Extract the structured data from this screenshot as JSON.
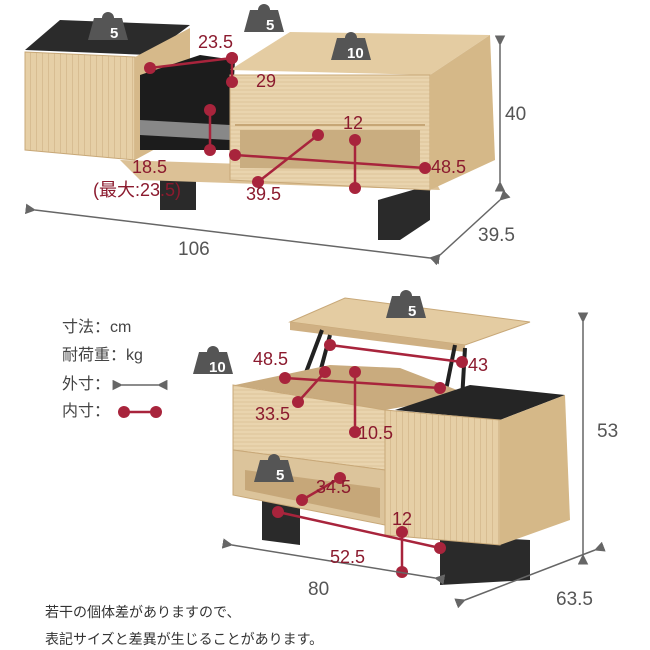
{
  "colors": {
    "internal_dim": "#a8243c",
    "external_dim": "#555555",
    "wood": "#e8d2ac",
    "black": "#2a2a2a"
  },
  "top_view": {
    "weights": {
      "side_cabinet": "5",
      "drawer": "5",
      "top": "10"
    },
    "internal_dims": {
      "drawer_width": "23.5",
      "drawer_depth": "29",
      "drawer_height": "18.5",
      "drawer_height_max": "(最大:23.5)",
      "shelf_height": "12",
      "shelf_width": "48.5",
      "shelf_depth": "39.5"
    },
    "external_dims": {
      "width": "106",
      "depth": "39.5",
      "height": "40"
    }
  },
  "bottom_view": {
    "weights": {
      "lift_top": "5",
      "upper_storage": "10",
      "lower_shelf": "5"
    },
    "internal_dims": {
      "upper_width_left": "48.5",
      "upper_width_right": "43",
      "upper_depth": "33.5",
      "upper_height": "10.5",
      "shelf_depth": "34.5",
      "shelf_height": "12",
      "shelf_width": "52.5"
    },
    "external_dims": {
      "width": "80",
      "depth": "63.5",
      "height": "53"
    }
  },
  "legend": {
    "unit_size": "寸法：cm",
    "unit_load": "耐荷重：kg",
    "outer_label": "外寸：",
    "outer_symbol": "↔",
    "inner_label": "内寸："
  },
  "footnote": {
    "line1": "若干の個体差がありますので、",
    "line2": "表記サイズと差異が生じることがあります。"
  }
}
